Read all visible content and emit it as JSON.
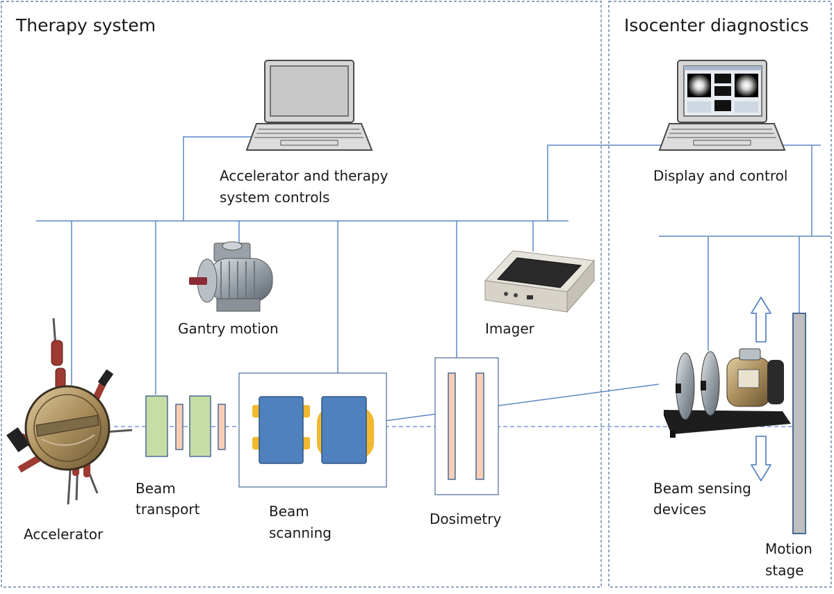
{
  "panels": {
    "therapy": {
      "title": "Therapy system"
    },
    "isocenter": {
      "title": "Isocenter diagnostics"
    }
  },
  "labels": {
    "controls": [
      "Accelerator and therapy",
      "system controls"
    ],
    "gantry": "Gantry motion",
    "imager": "Imager",
    "accelerator": "Accelerator",
    "beam_transport": [
      "Beam",
      "transport"
    ],
    "beam_scanning": [
      "Beam",
      "scanning"
    ],
    "dosimetry": "Dosimetry",
    "display": "Display and control",
    "beam_sensing": [
      "Beam sensing",
      "devices"
    ],
    "motion_stage": [
      "Motion",
      "stage"
    ]
  },
  "colors": {
    "network_line": "#5b87c5",
    "panel_border": "#4d6a96",
    "magnet_green": "#c6dea6",
    "foil_salmon": "#f8cfb6",
    "scanner_blue": "#4e81bd",
    "scanner_yellow": "#f2b82f",
    "stage_gray": "#bfbfbf"
  }
}
